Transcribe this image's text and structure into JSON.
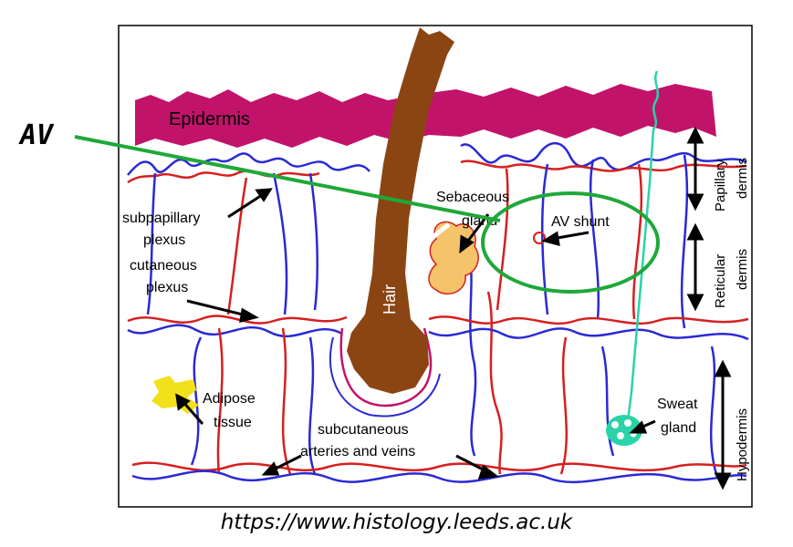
{
  "labels": {
    "epidermis": "Epidermis",
    "hair": "Hair",
    "sebaceous_line1": "Sebaceous",
    "sebaceous_line2": "gland",
    "av_shunt": "AV shunt",
    "subpapillary_1": "subpapillary",
    "subpapillary_2": "plexus",
    "cutaneous_1": "cutaneous",
    "cutaneous_2": "plexus",
    "adipose_1": "Adipose",
    "adipose_2": "tissue",
    "subcutaneous_1": "subcutaneous",
    "subcutaneous_2": "arteries and veins",
    "sweat_1": "Sweat",
    "sweat_2": "gland",
    "papillary_1": "Papillary",
    "papillary_2": "dermis",
    "reticular_1": "Reticular",
    "reticular_2": "dermis",
    "hypodermis": "Hypodermis"
  },
  "annotation": {
    "label": "AV",
    "color": "#1fa839"
  },
  "source_url": "https://www.histology.leeds.ac.uk",
  "colors": {
    "epidermis": "#c2136b",
    "hair": "#8b4513",
    "artery": "#d61f1f",
    "vein": "#2a2ad4",
    "gland": "#f5c36a",
    "adipose": "#f2e01a",
    "sweat": "#2ad3a8"
  }
}
